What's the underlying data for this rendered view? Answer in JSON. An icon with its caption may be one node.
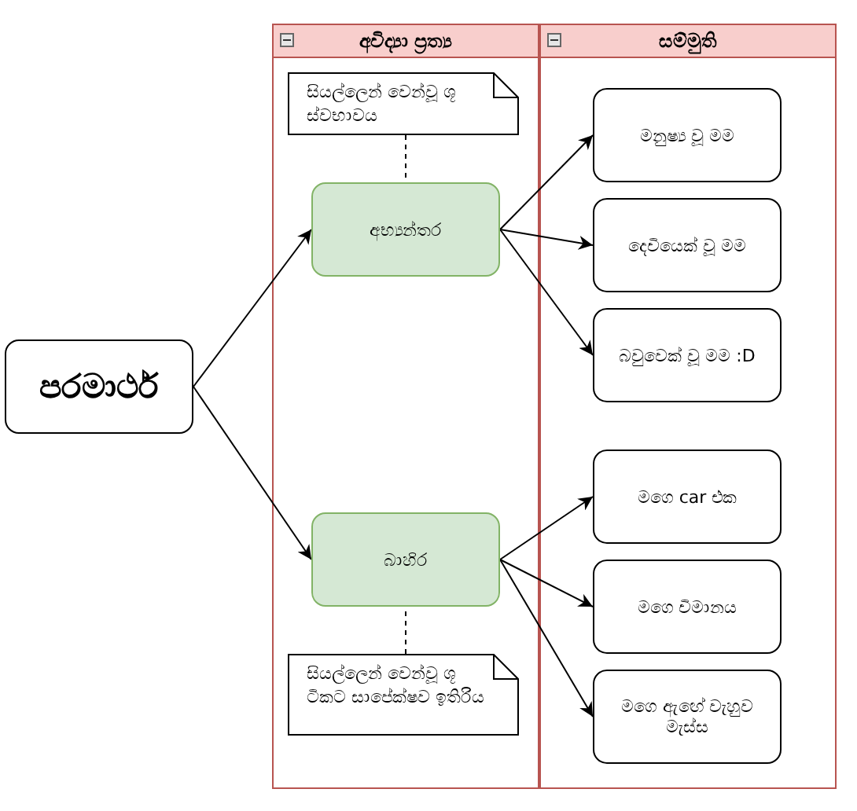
{
  "diagram": {
    "nodes": [
      {
        "text": [
          "අවිද්‍යා ප්‍රත්‍ය"
        ]
      },
      {
        "text": [
          "සම්මුති"
        ]
      },
      {
        "text": [
          "සියල්ලෙන් වෙන්වූ ශූ ස්වභාවය"
        ],
        "in": 0
      },
      {
        "text": [
          "අභ්‍යන්තර"
        ],
        "in": 0
      },
      {
        "text": [
          "බාහිර"
        ],
        "in": 0
      },
      {
        "text": [
          "සියල්ලෙන් වෙන්වූ ශූ ටිකට සාපේක්ෂව ඉතිරිය"
        ],
        "in": 0
      },
      {
        "text": [
          "පරමාර්ථ"
        ]
      },
      {
        "text": [
          "මනුෂ්‍ය වූ මම"
        ],
        "in": 1
      },
      {
        "text": [
          "දෙවියෙක් වූ මම"
        ],
        "in": 1
      },
      {
        "text": [
          "බවුවෙක් වූ මම :D"
        ],
        "in": 1
      },
      {
        "text": [
          "මගෙ car එක"
        ],
        "in": 1
      },
      {
        "text": [
          "මගෙ විමානය"
        ],
        "in": 1
      },
      {
        "text": [
          "මගෙ ඇඟේ වැහුව මැස්ස"
        ],
        "in": 1
      }
    ],
    "edges": [
      {
        "from": 6,
        "to": 3,
        "arrow": "to"
      },
      {
        "from": 6,
        "to": 4,
        "arrow": "to"
      },
      {
        "from": 3,
        "to": 7,
        "arrow": "to"
      },
      {
        "from": 3,
        "to": 8,
        "arrow": "to"
      },
      {
        "from": 3,
        "to": 9,
        "arrow": "to"
      },
      {
        "from": 4,
        "to": 10,
        "arrow": "to"
      },
      {
        "from": 4,
        "to": 11,
        "arrow": "to"
      },
      {
        "from": 4,
        "to": 12,
        "arrow": "to"
      },
      {
        "from": 2,
        "to": 3,
        "arrow": "none",
        "style": "dashed"
      },
      {
        "from": 5,
        "to": 4,
        "arrow": "none",
        "style": "dashed"
      }
    ]
  }
}
